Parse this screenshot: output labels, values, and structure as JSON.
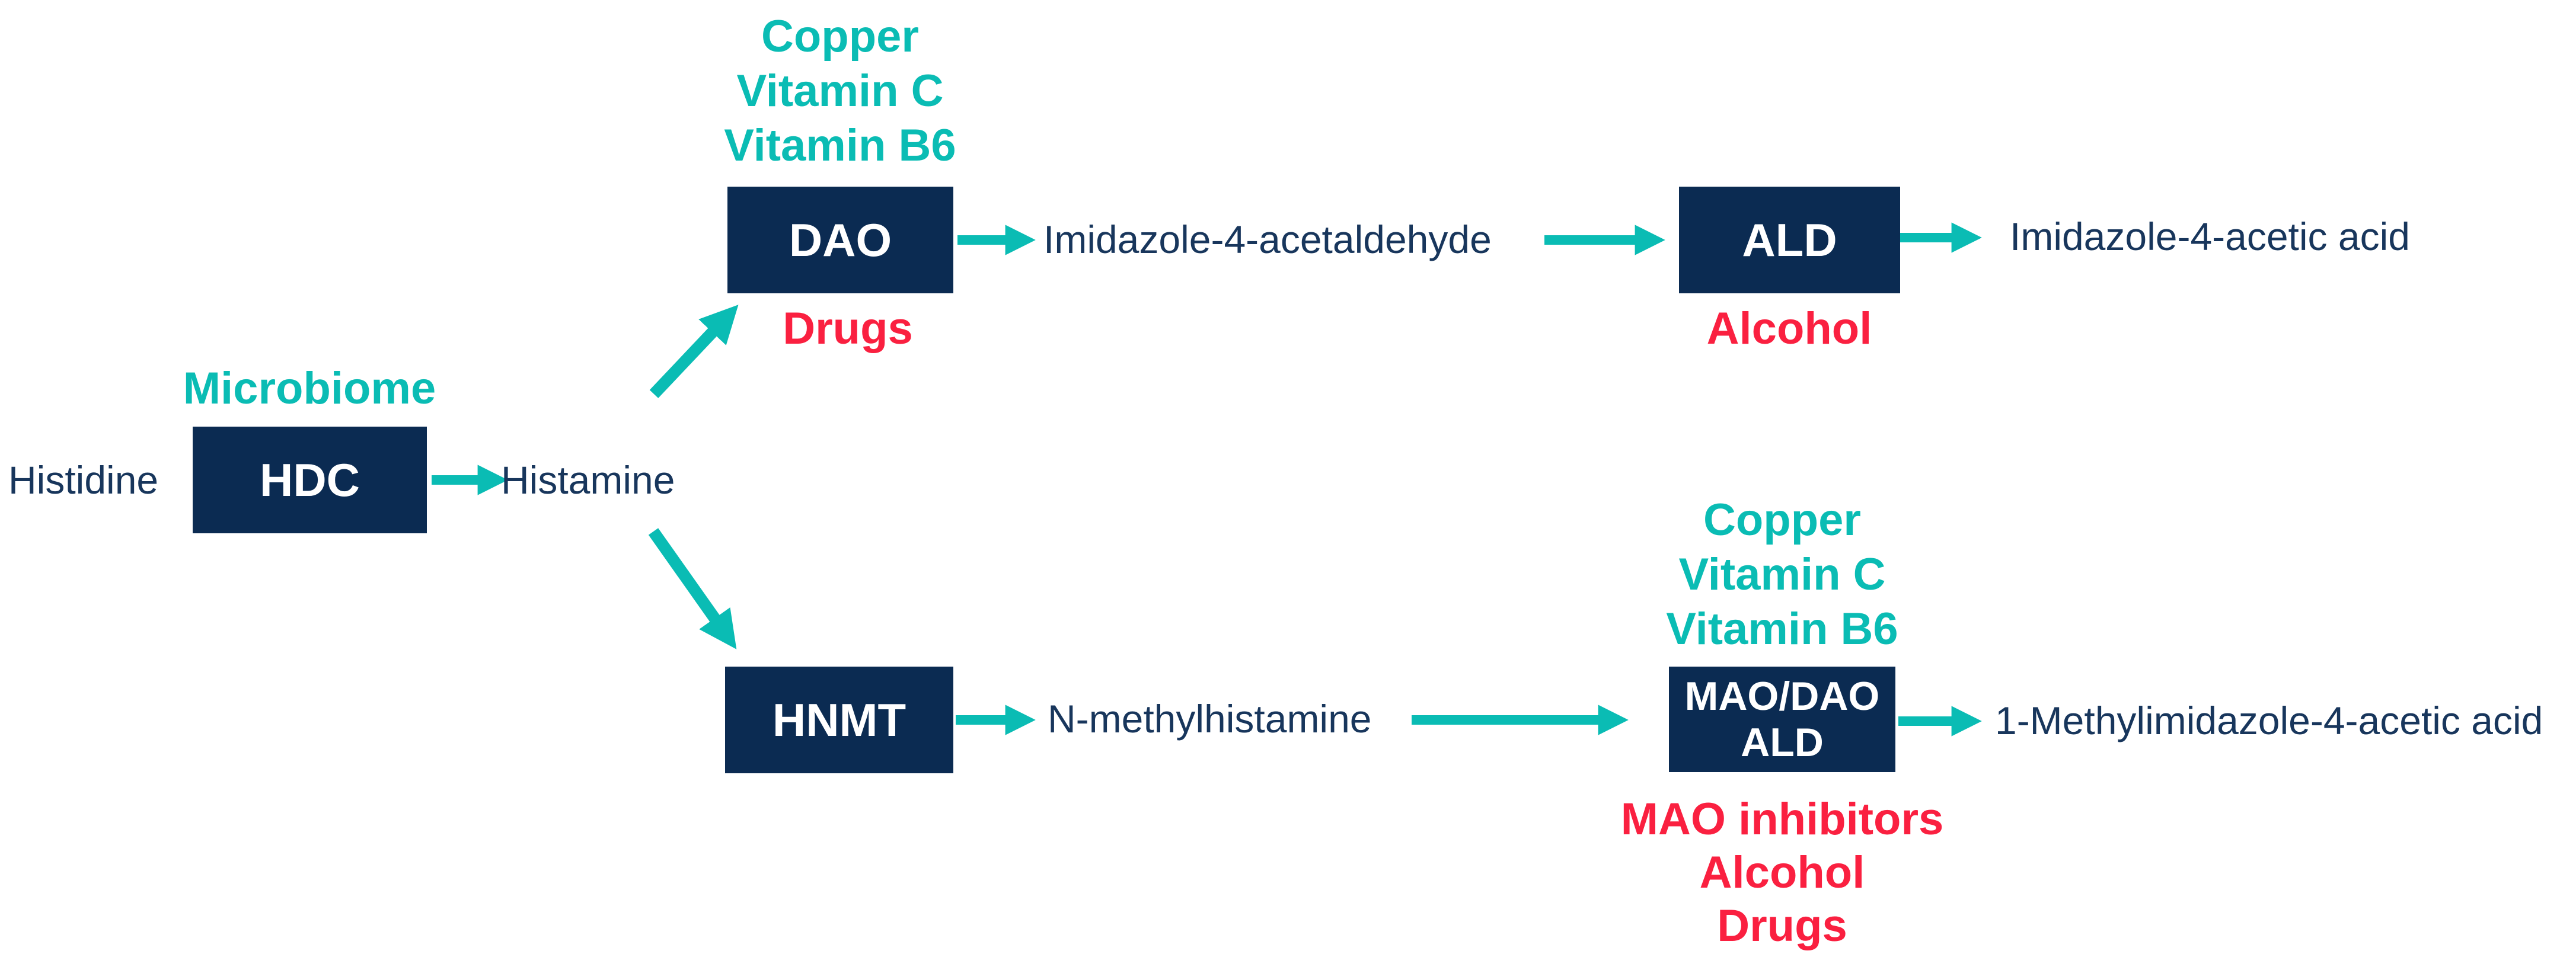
{
  "colors": {
    "teal": "#0abcb4",
    "red": "#fa2040",
    "box_navy": "#0b2b52",
    "molecule_text_navy": "#18365c",
    "box_label_white": "#ffffff",
    "background": "#ffffff"
  },
  "nodes": {
    "histidine": "Histidine",
    "hdc": "HDC",
    "histamine": "Histamine",
    "dao": "DAO",
    "imidazole_4_acetaldehyde": "Imidazole-4-acetaldehyde",
    "ald": "ALD",
    "imidazole_4_acetic_acid": "Imidazole-4-acetic acid",
    "hnmt": "HNMT",
    "n_methylhistamine": "N-methylhistamine",
    "mao_dao_line1": "MAO/DAO",
    "mao_dao_line2": "ALD",
    "methylimidazole_4_acetic_acid": "1-Methylimidazole-4-acetic acid"
  },
  "cofactors": {
    "hdc_label": "Microbiome",
    "dao_list": [
      "Copper",
      "Vitamin C",
      "Vitamin B6"
    ],
    "mao_dao_list": [
      "Copper",
      "Vitamin C",
      "Vitamin B6"
    ]
  },
  "inhibitors": {
    "dao": "Drugs",
    "ald": "Alcohol",
    "mao_dao_list": [
      "MAO inhibitors",
      "Alcohol",
      "Drugs"
    ]
  }
}
